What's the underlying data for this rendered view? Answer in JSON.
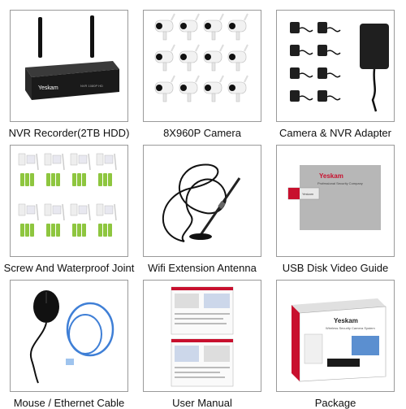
{
  "tiles": [
    {
      "caption": "NVR Recorder(2TB HDD)",
      "brand": "Yeskam",
      "screen_text": "NVR  1080P HD"
    },
    {
      "caption": "8X960P Camera"
    },
    {
      "caption": "Camera & NVR Adapter"
    },
    {
      "caption": "Screw And Waterproof Joint"
    },
    {
      "caption": "Wifi Extension Antenna"
    },
    {
      "caption": "USB Disk Video Guide",
      "brand": "Yeskam",
      "subtitle": "Professional Security Company",
      "usb_label": "Yeskam"
    },
    {
      "caption": "Mouse / Ethernet Cable"
    },
    {
      "caption": "User Manual"
    },
    {
      "caption": "Package",
      "brand": "Yeskam",
      "subtitle": "Wireless Security Camera System"
    }
  ],
  "colors": {
    "border": "#9a9a9a",
    "device": "#1a1a1a",
    "camera": "#f2f2f2",
    "cable_blue": "#3f7fd6",
    "accent_red": "#c8102e",
    "screw_green": "#8ec63f"
  }
}
